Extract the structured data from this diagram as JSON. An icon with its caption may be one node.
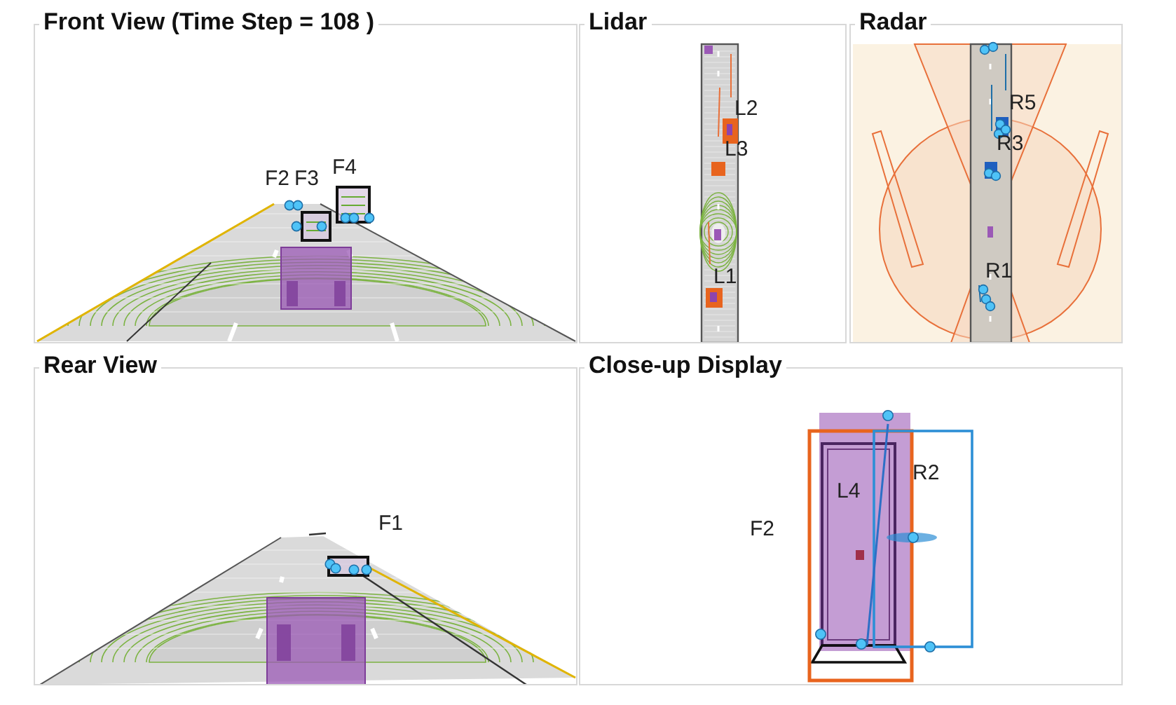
{
  "diagram": {
    "nodes": [
      {
        "text": [
          "Front View (Time Step = 108 )"
        ]
      },
      {
        "text": [
          "Lidar"
        ]
      },
      {
        "text": [
          "Radar"
        ]
      },
      {
        "text": [
          "Rear View"
        ]
      },
      {
        "text": [
          "Close-up Display"
        ]
      }
    ],
    "labels": [
      "F2",
      "F3",
      "F4",
      "L2",
      "L3",
      "L1",
      "R5",
      "R3",
      "R1",
      "F1",
      "R2",
      "L4",
      "F2"
    ]
  }
}
